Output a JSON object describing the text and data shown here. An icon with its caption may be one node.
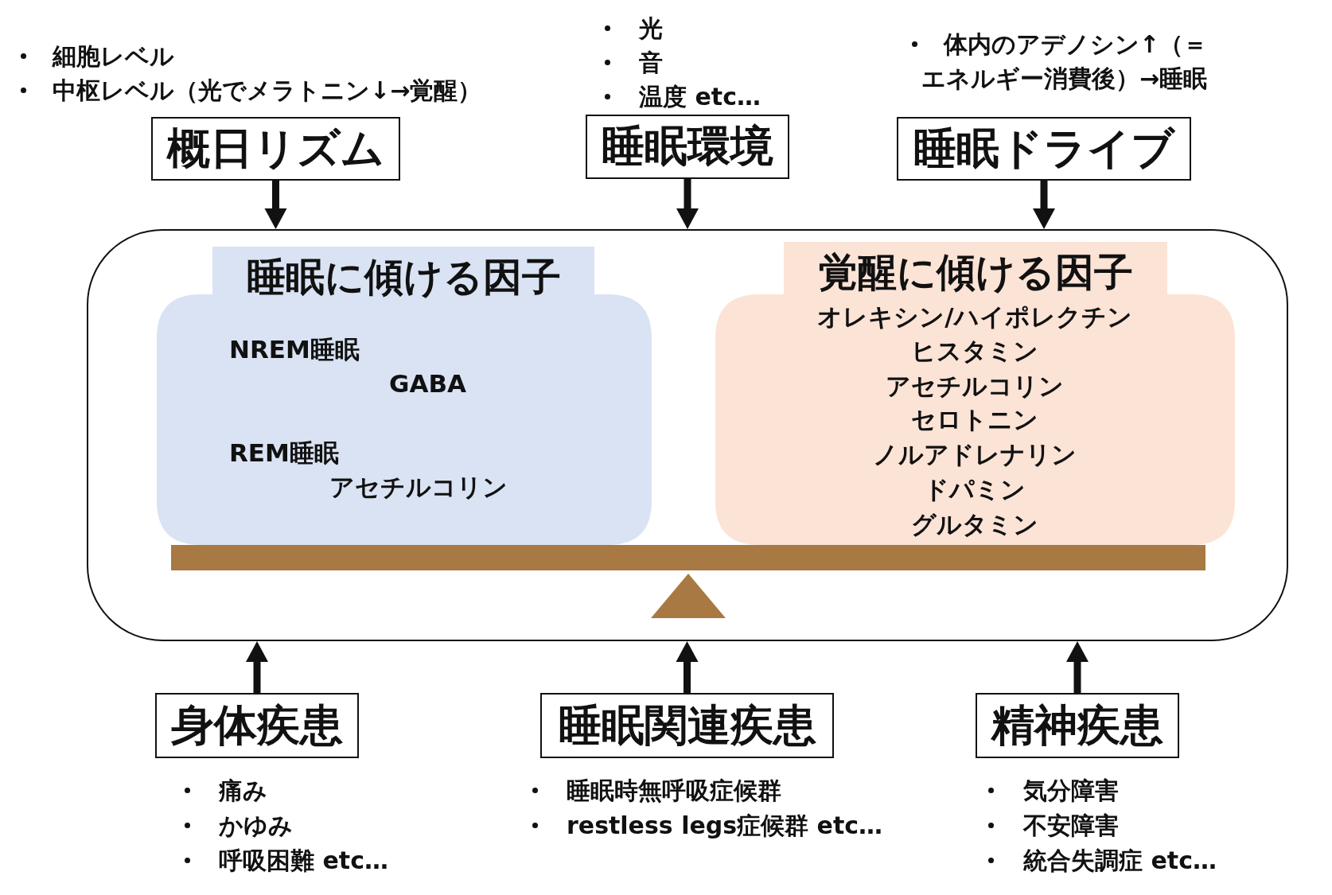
{
  "diagram": {
    "nodes": [
      {
        "text": [
          "概日リズム"
        ],
        "beside": [
          "細胞レベル",
          "中枢レベル（光でメラトニン↓→覚醒）"
        ]
      },
      {
        "text": [
          "睡眠環境"
        ],
        "beside": [
          "光",
          "音",
          "温度 etc…"
        ]
      },
      {
        "text": [
          "睡眠ドライブ"
        ],
        "beside": [
          "体内のアデノシン↑（＝エネルギー消費後）→睡眠"
        ]
      },
      {
        "text": [],
        "shape": "box"
      },
      {
        "text": [
          "睡眠に傾ける因子",
          "NREM睡眠",
          "GABA",
          "REM睡眠",
          "アセチルコリン"
        ],
        "in": 3
      },
      {
        "text": [
          "覚醒に傾ける因子",
          "オレキシン/ハイポレクチン",
          "ヒスタミン",
          "アセチルコリン",
          "セロトニン",
          "ノルアドレナリン",
          "ドパミン",
          "グルタミン"
        ],
        "in": 3
      },
      {
        "text": [
          "身体疾患"
        ],
        "beside": [
          "痛み",
          "かゆみ",
          "呼吸困難 etc…"
        ]
      },
      {
        "text": [
          "睡眠関連疾患"
        ],
        "beside": [
          "睡眠時無呼吸症候群",
          "restless legs症候群 etc…"
        ]
      },
      {
        "text": [
          "精神疾患"
        ],
        "beside": [
          "気分障害",
          "不安障害",
          "統合失調症 etc…"
        ]
      }
    ],
    "edges": [
      {
        "from": 0,
        "to": 3,
        "arrow": "to"
      },
      {
        "from": 1,
        "to": 3,
        "arrow": "to"
      },
      {
        "from": 2,
        "to": 3,
        "arrow": "to"
      },
      {
        "from": 6,
        "to": 3,
        "arrow": "to"
      },
      {
        "from": 7,
        "to": 3,
        "arrow": "to"
      },
      {
        "from": 8,
        "to": 3,
        "arrow": "to"
      }
    ]
  }
}
